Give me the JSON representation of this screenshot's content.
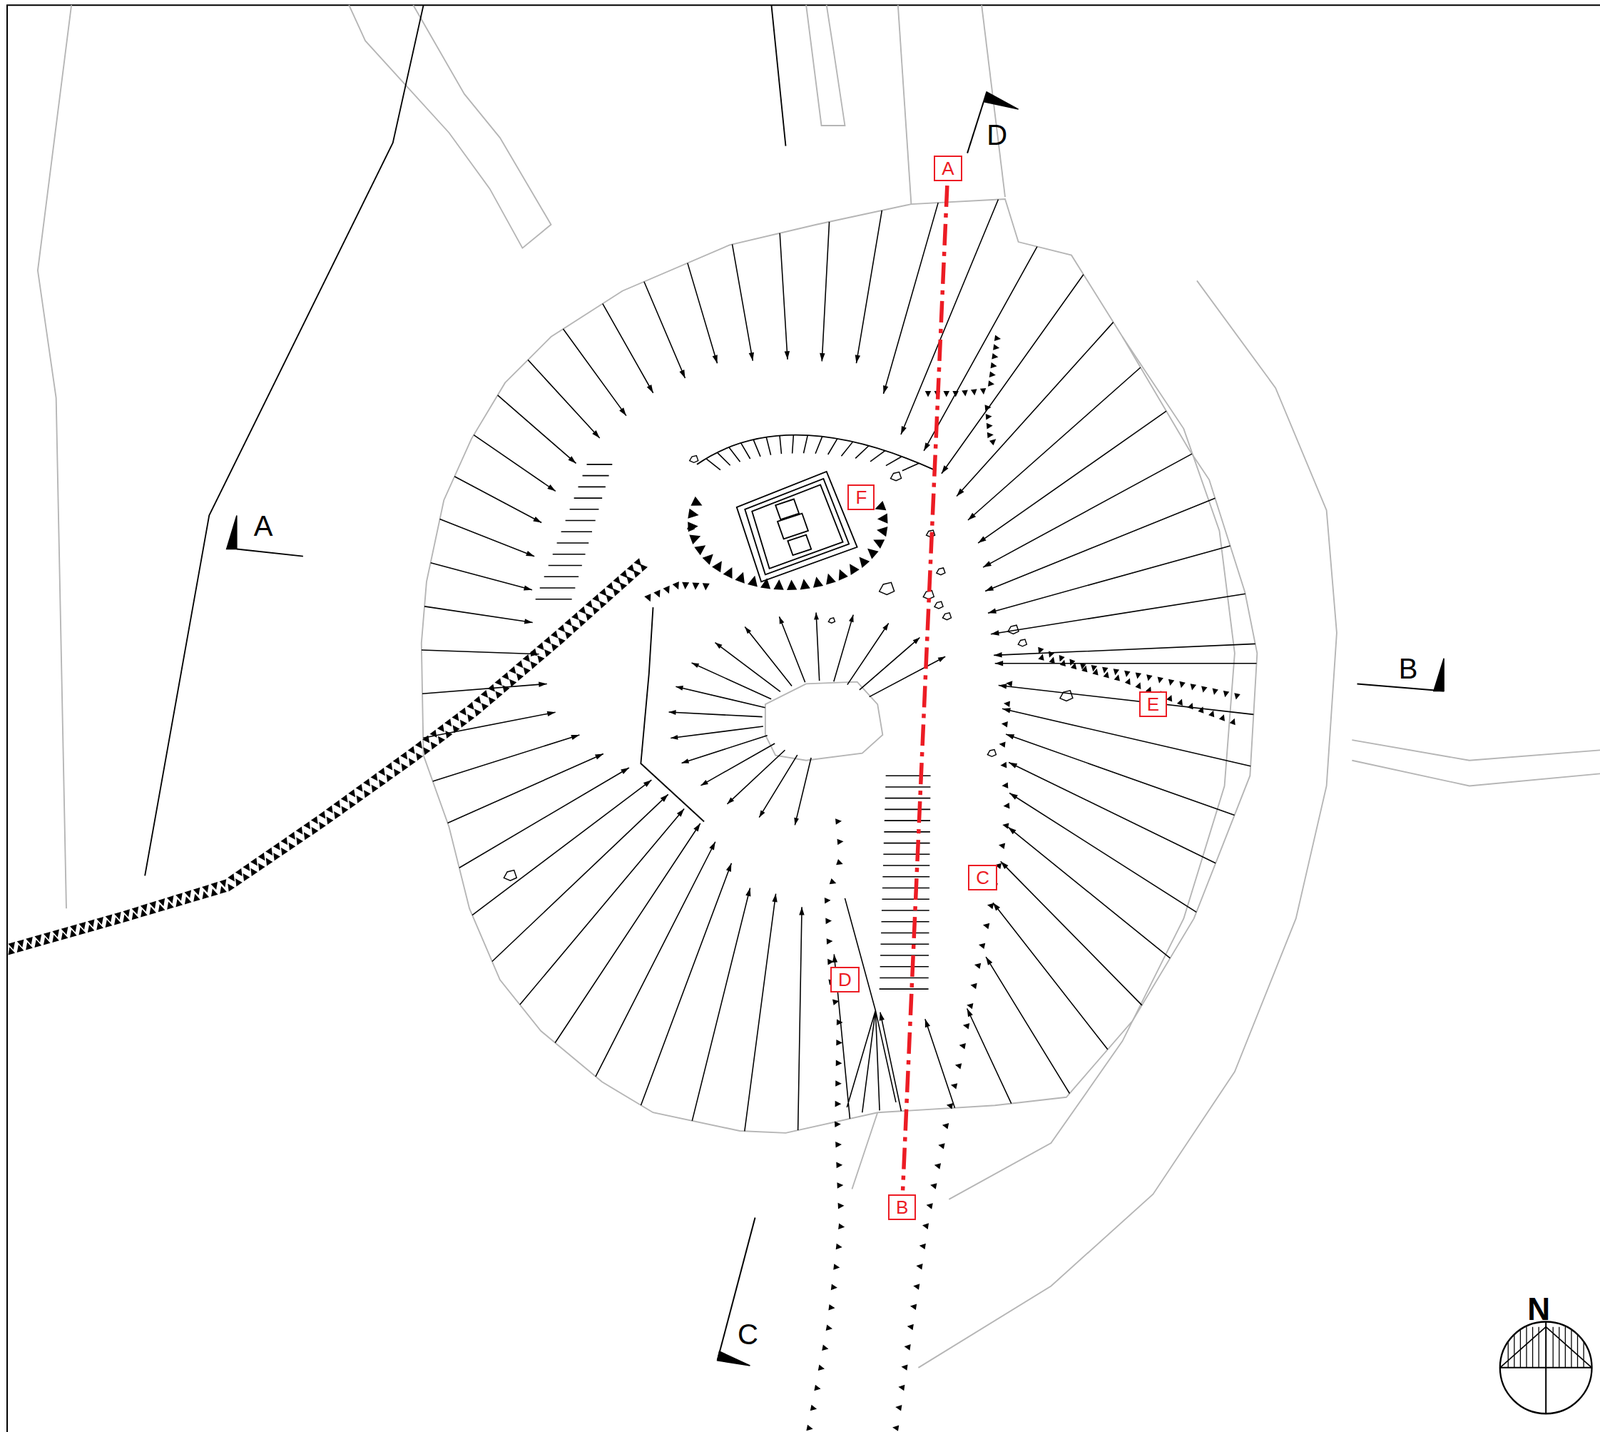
{
  "diagram": {
    "nodes": [
      {
        "text": [
          "A"
        ]
      },
      {
        "text": [
          "F"
        ]
      },
      {
        "text": [
          "E"
        ]
      },
      {
        "text": [
          "C"
        ]
      },
      {
        "text": [
          "D"
        ]
      },
      {
        "text": [
          "B"
        ]
      }
    ],
    "edges": [
      {
        "from": 0,
        "to": 5,
        "arrow": "none"
      }
    ],
    "labels": [
      "D",
      "A",
      "B",
      "C",
      "N"
    ]
  }
}
